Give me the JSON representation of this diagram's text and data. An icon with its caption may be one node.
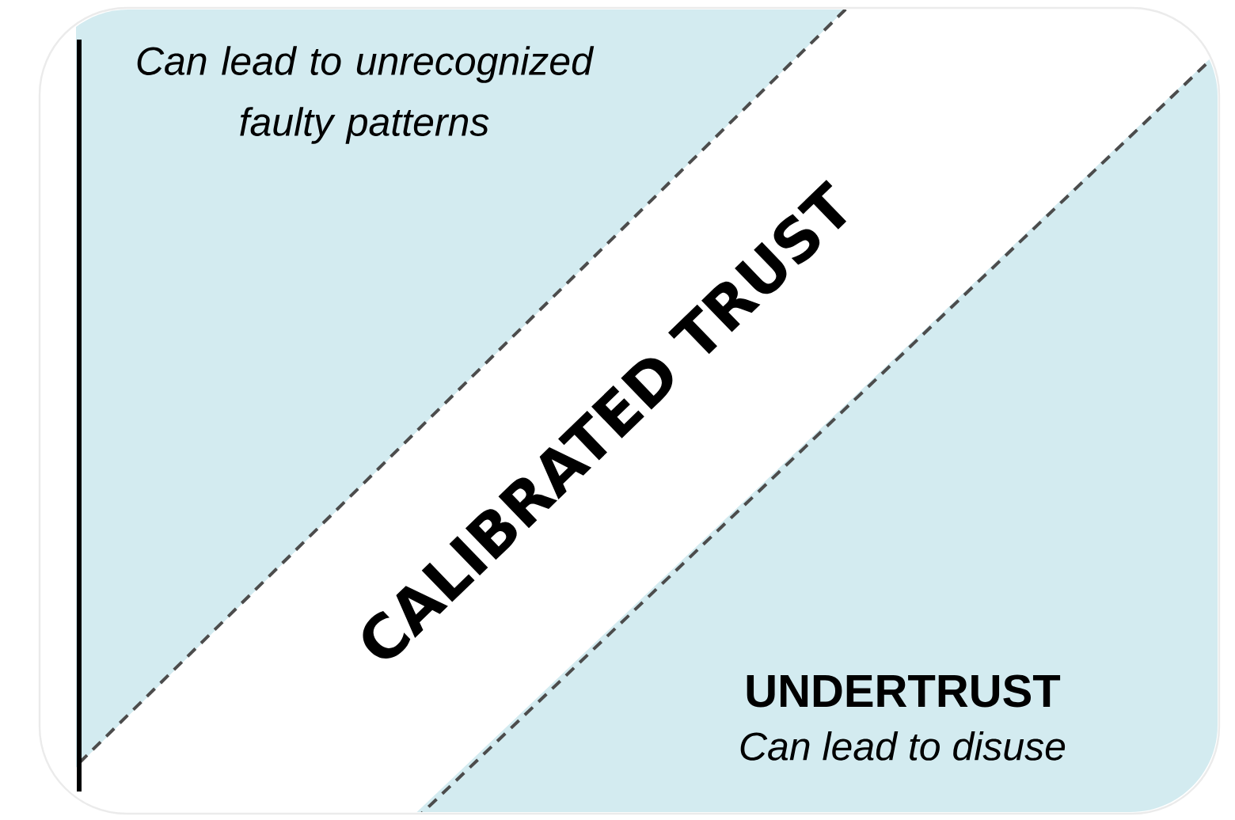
{
  "diagram": {
    "nodes": [
      {
        "text": [
          "Can lead to unrecognized faulty patterns"
        ]
      },
      {
        "text": [
          "CALIBRATED TRUST"
        ]
      },
      {
        "text": [
          "UNDERTRUST",
          "Can lead to disuse"
        ]
      }
    ]
  }
}
